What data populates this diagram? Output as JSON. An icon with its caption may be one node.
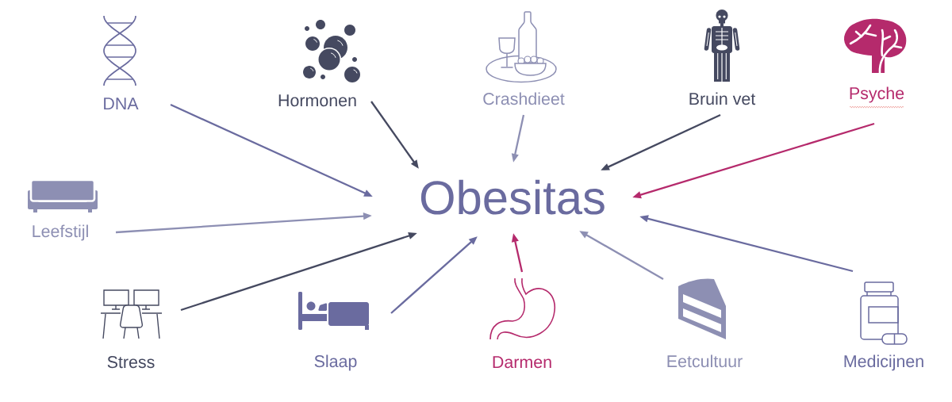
{
  "diagram": {
    "nodes": [
      {
        "text": [
          "DNA"
        ]
      },
      {
        "text": [
          "Hormonen"
        ]
      },
      {
        "text": [
          "Crashdieet"
        ]
      },
      {
        "text": [
          "Bruin vet"
        ]
      },
      {
        "text": [
          "Psyche"
        ]
      },
      {
        "text": [
          "Leefstijl"
        ]
      },
      {
        "text": [
          "Obesitas"
        ]
      },
      {
        "text": [
          "Stress"
        ]
      },
      {
        "text": [
          "Slaap"
        ]
      },
      {
        "text": [
          "Darmen"
        ]
      },
      {
        "text": [
          "Eetcultuur"
        ]
      },
      {
        "text": [
          "Medicijnen"
        ]
      }
    ],
    "edges": [
      {
        "from": 0,
        "to": 6,
        "arrow": "to",
        "color": "#6a6b9f"
      },
      {
        "from": 1,
        "to": 6,
        "arrow": "to",
        "color": "#454960"
      },
      {
        "from": 2,
        "to": 6,
        "arrow": "to",
        "color": "#8d8fb3"
      },
      {
        "from": 3,
        "to": 6,
        "arrow": "to",
        "color": "#454960"
      },
      {
        "from": 4,
        "to": 6,
        "arrow": "to",
        "color": "#b52a6c"
      },
      {
        "from": 5,
        "to": 6,
        "arrow": "to",
        "color": "#8d8fb3"
      },
      {
        "from": 7,
        "to": 6,
        "arrow": "to",
        "color": "#454960"
      },
      {
        "from": 8,
        "to": 6,
        "arrow": "to",
        "color": "#6a6b9f"
      },
      {
        "from": 9,
        "to": 6,
        "arrow": "to",
        "color": "#b52a6c"
      },
      {
        "from": 10,
        "to": 6,
        "arrow": "to",
        "color": "#8d8fb3"
      },
      {
        "from": 11,
        "to": 6,
        "arrow": "to",
        "color": "#6a6b9f"
      }
    ]
  }
}
